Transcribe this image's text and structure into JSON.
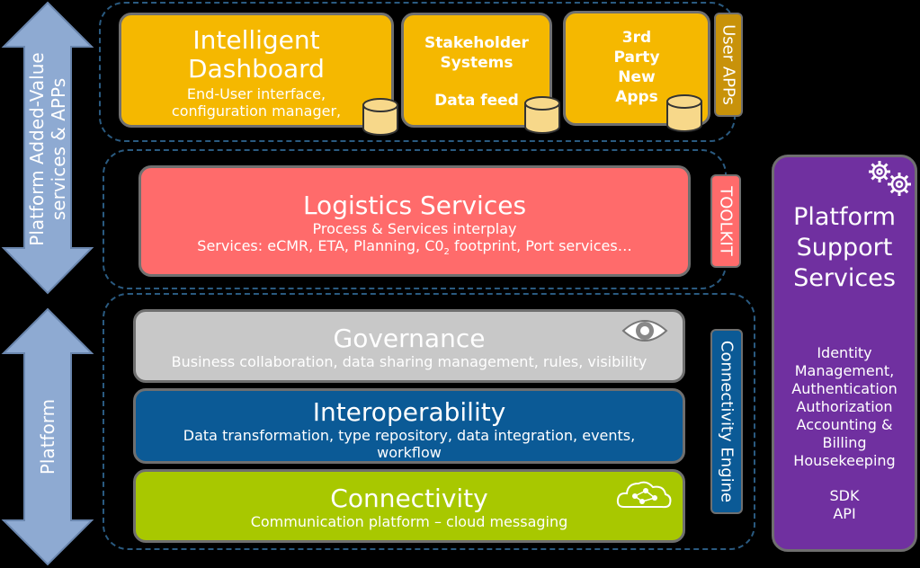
{
  "left_arrows": {
    "top_label_line1": "Platform Added-Value",
    "top_label_line2": "services & APPs",
    "bottom_label": "Platform"
  },
  "user_apps": {
    "tab_label": "User APPs",
    "dashboard": {
      "title_line1": "Intelligent",
      "title_line2": "Dashboard",
      "sub_line1": "End-User interface,",
      "sub_line2": "configuration manager,"
    },
    "stakeholder": {
      "title_line1": "Stakeholder",
      "title_line2": "Systems",
      "sub": "Data feed"
    },
    "third_party": {
      "line1": "3rd",
      "line2": "Party",
      "line3": "New",
      "line4": "Apps"
    }
  },
  "toolkit": {
    "tab_label": "TOOLKIT",
    "logistics": {
      "title": "Logistics Services",
      "sub_line1": "Process & Services interplay",
      "sub_line2_pre": "Services: eCMR, ETA, Planning, C0",
      "sub_line2_subscript": "2",
      "sub_line2_post": " footprint, Port services…"
    }
  },
  "engine": {
    "tab_label": "Connectivity Engine",
    "governance": {
      "title": "Governance",
      "sub": "Business collaboration, data sharing management, rules, visibility"
    },
    "interoperability": {
      "title": "Interoperability",
      "sub_line1": "Data transformation, type repository, data integration, events,",
      "sub_line2": "workflow"
    },
    "connectivity": {
      "title": "Connectivity",
      "sub": "Communication platform – cloud messaging"
    }
  },
  "platform_support": {
    "title_line1": "Platform",
    "title_line2": "Support",
    "title_line3": "Services",
    "items": [
      "Identity",
      "Management,",
      "Authentication",
      "Authorization",
      "Accounting &",
      "Billing",
      "Housekeeping"
    ],
    "sdk": "SDK",
    "api": "API"
  },
  "colors": {
    "orange": "#f5b800",
    "logistics": "#ff6b6b",
    "governance": "#c8c8c8",
    "interoperability": "#0b5a96",
    "connectivity": "#a8c800",
    "support": "#7030a0",
    "arrow": "#8eaad2",
    "user_apps_tab": "#c8920a"
  }
}
